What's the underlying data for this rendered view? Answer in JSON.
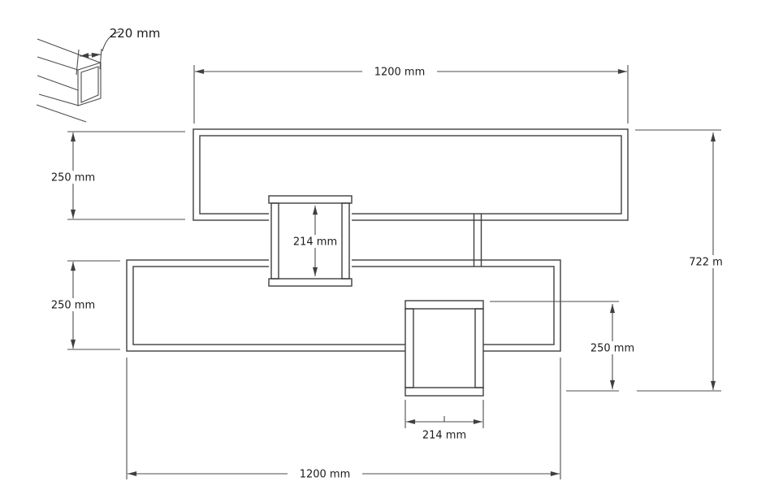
{
  "drawing": {
    "type": "technical-dimension-drawing",
    "subject": "wall shelf unit, front elevation with corner detail",
    "colors": {
      "background": "#ffffff",
      "line": "#3e3e3e",
      "dimension_line": "#4d4d4d",
      "text": "#1b1b1b"
    },
    "labels": {
      "detail_depth": "220 mm",
      "top_width": "1200 mm",
      "upper_shelf_height": "250 mm",
      "upper_box_height": "214 mm",
      "lower_shelf_height": "250 mm",
      "overall_height": "722 m",
      "lower_box_height": "250 mm",
      "lower_box_width": "214 mm",
      "bottom_width": "1200 mm"
    }
  }
}
